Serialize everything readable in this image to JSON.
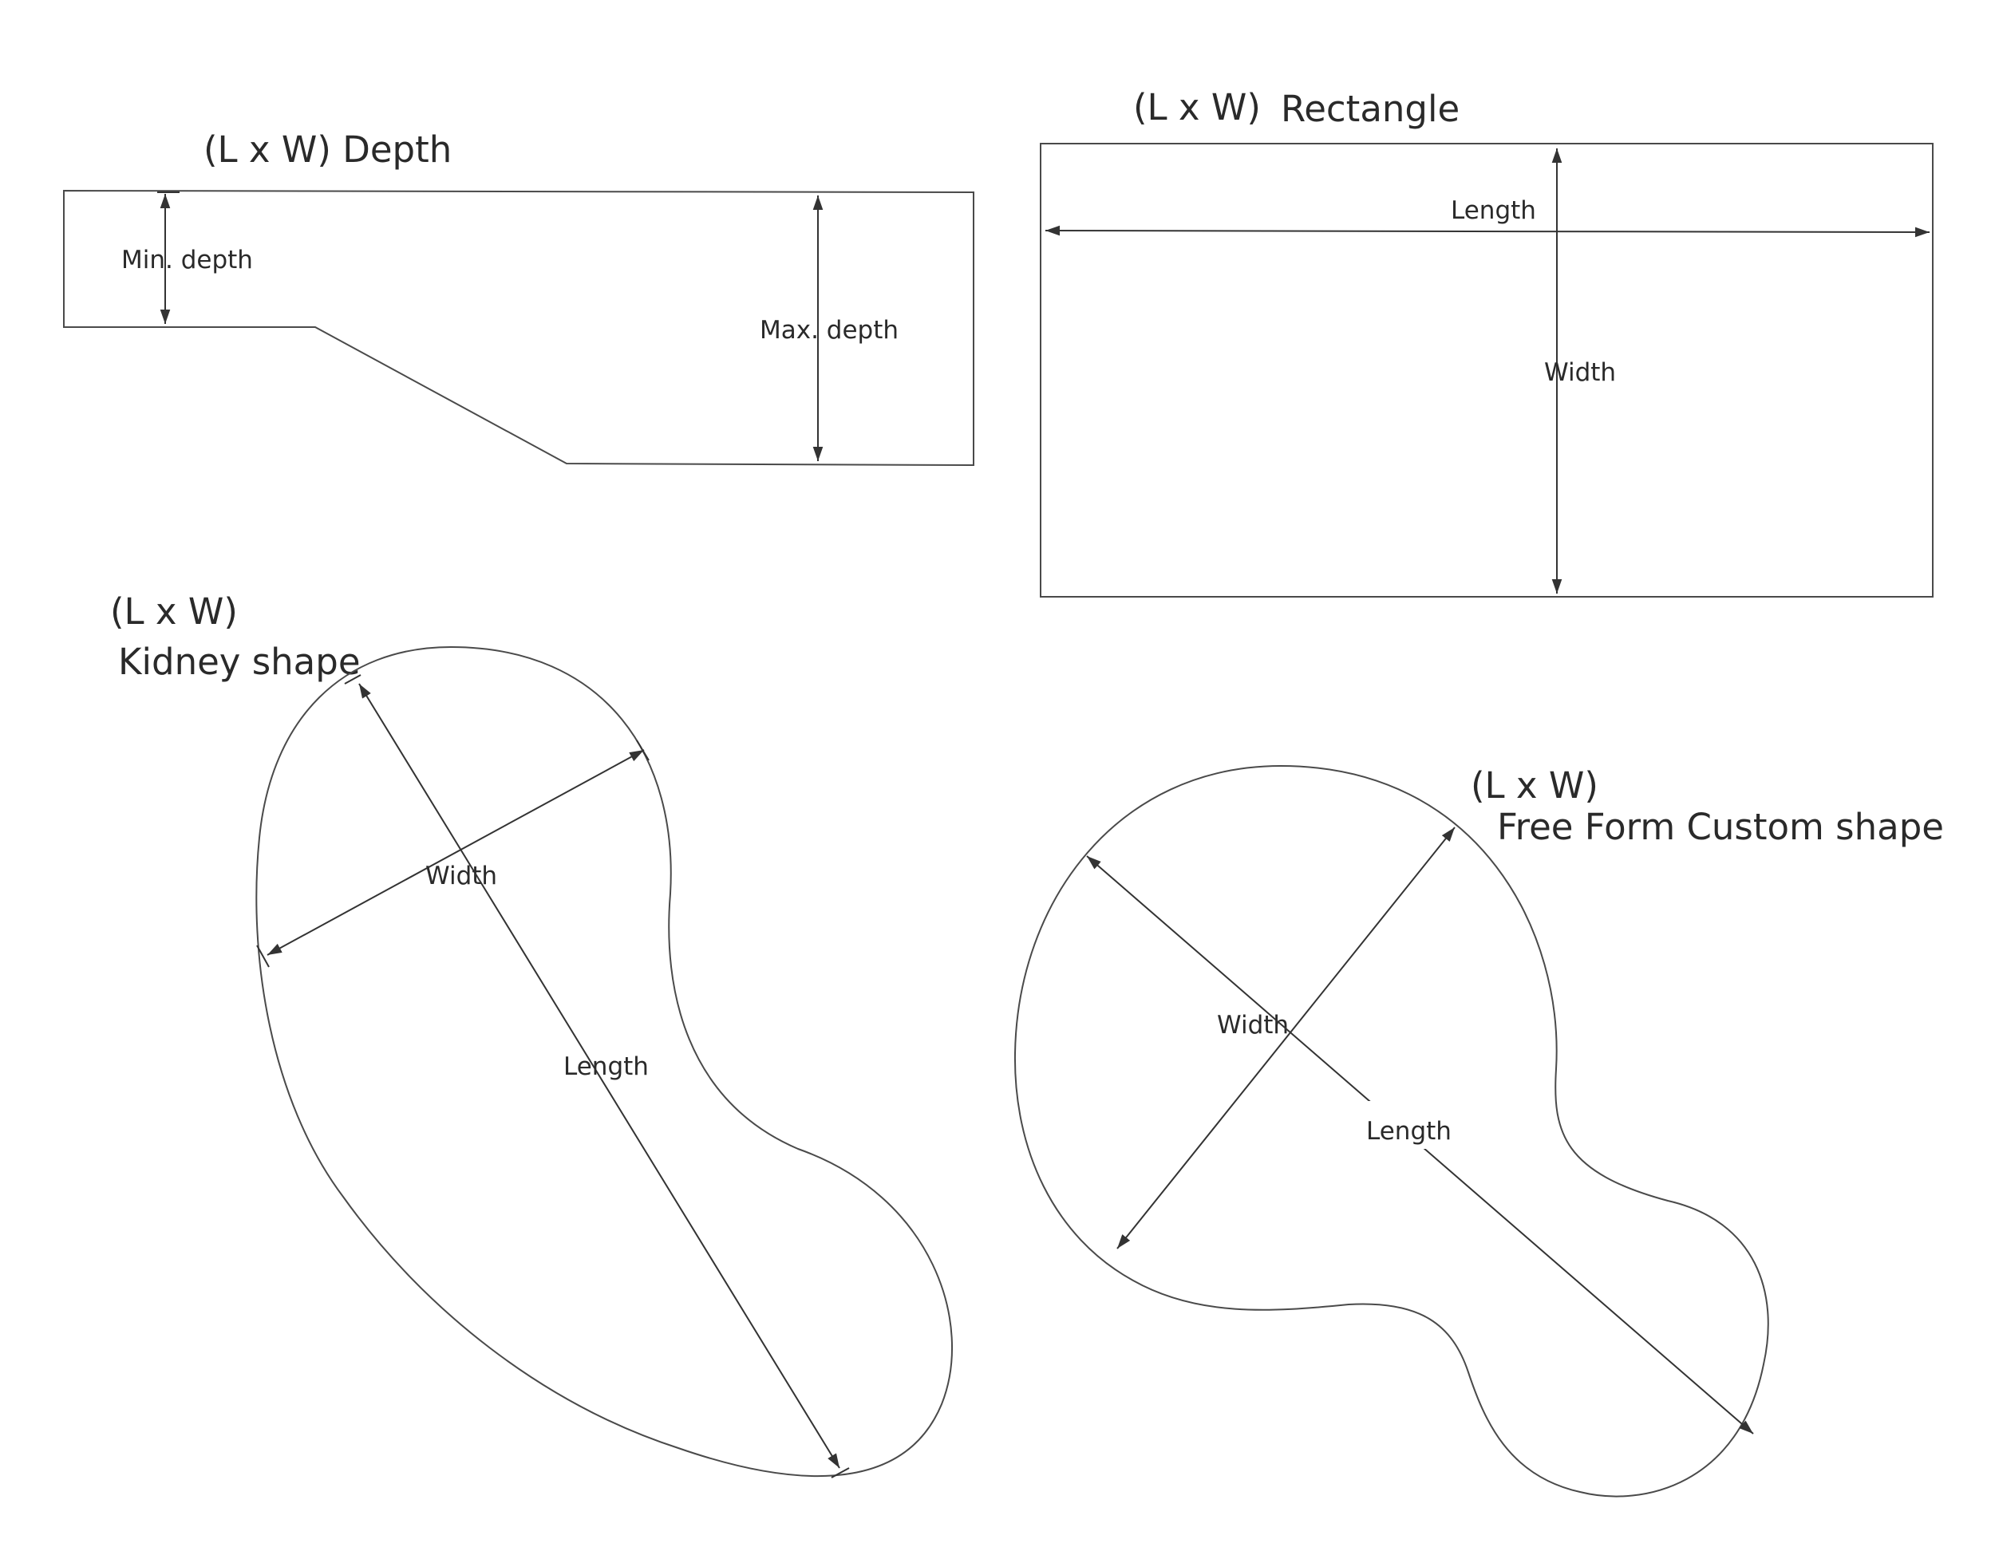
{
  "depth_panel": {
    "title": "(L x W) Depth",
    "min_label": "Min. depth",
    "max_label": "Max. depth"
  },
  "rectangle_panel": {
    "title_prefix": "(L x W)",
    "title": "Rectangle",
    "length_label": "Length",
    "width_label": "Width"
  },
  "kidney_panel": {
    "title_line1": "(L x W)",
    "title_line2": "Kidney shape",
    "width_label": "Width",
    "length_label": "Length"
  },
  "freeform_panel": {
    "title_line1": "(L x W)",
    "title_line2": "Free Form Custom shape",
    "width_label": "Width",
    "length_label": "Length"
  },
  "colors": {
    "line": "#4a4a4a",
    "text": "#2a2a2a",
    "background": "#ffffff"
  }
}
